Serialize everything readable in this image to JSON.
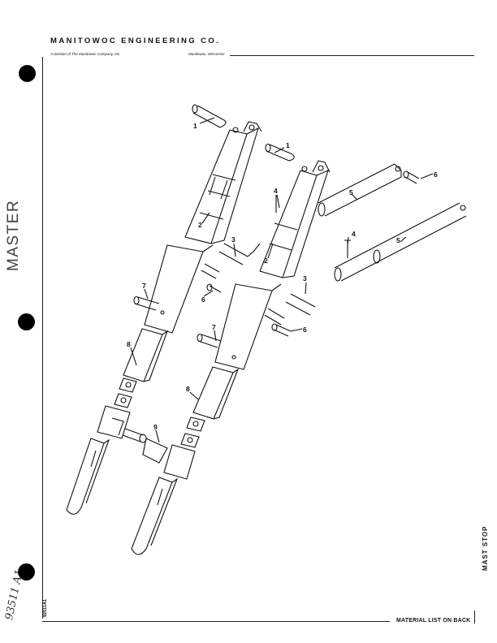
{
  "header": {
    "company": "MANITOWOC ENGINEERING CO.",
    "division": "A Division of The Manitowoc Company, Inc.",
    "location": "Manitowoc, Wisconsin"
  },
  "footer": {
    "material_note": "MATERIAL LIST ON BACK",
    "part_number": "92511A1"
  },
  "side": {
    "title": "MAST STOP",
    "stamp": "MASTER",
    "handwriting": "93511 A1"
  },
  "callouts": [
    "1",
    "1",
    "2",
    "2",
    "3",
    "3",
    "4",
    "4",
    "5",
    "5",
    "6",
    "6",
    "6",
    "7",
    "7",
    "8",
    "8",
    "9"
  ]
}
